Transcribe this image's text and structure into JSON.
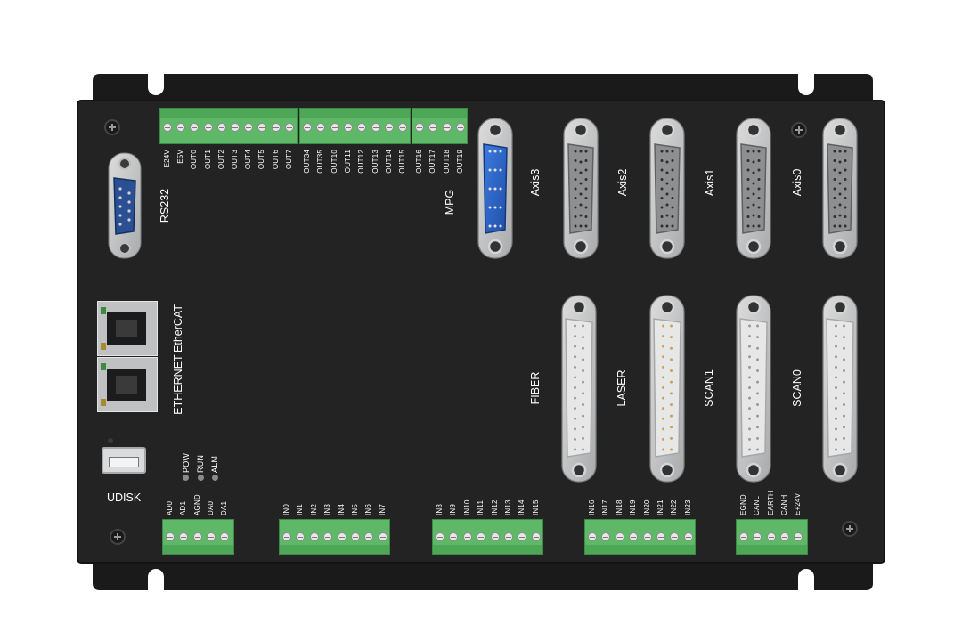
{
  "device": {
    "rs232_label": "RS232",
    "ethercat_label": "EtherCAT",
    "ethernet_label": "ETHERNET",
    "udisk_label": "UDISK",
    "mpg_label": "MPG",
    "axes": [
      "Axis3",
      "Axis2",
      "Axis1",
      "Axis0"
    ],
    "scan_ports": [
      "FIBER",
      "LASER",
      "SCAN1",
      "SCAN0"
    ],
    "leds": [
      "POW",
      "RUN",
      "ALM"
    ],
    "top_block1": [
      "E24V",
      "E5V",
      "OUT0",
      "OUT1",
      "OUT2",
      "OUT3",
      "OUT4",
      "OUT5",
      "OUT6",
      "OUT7"
    ],
    "top_block2": [
      "OUT34",
      "OUT35",
      "OUT10",
      "OUT11",
      "OUT12",
      "OUT13",
      "OUT14",
      "OUT15"
    ],
    "top_block3": [
      "OUT16",
      "OUT17",
      "OUT18",
      "OUT19"
    ],
    "bottom_block1": [
      "AD0",
      "AD1",
      "AGND",
      "DA0",
      "DA1"
    ],
    "bottom_block2": [
      "IN0",
      "IN1",
      "IN2",
      "IN3",
      "IN4",
      "IN5",
      "IN6",
      "IN7"
    ],
    "bottom_block3": [
      "IN8",
      "IN9",
      "IN10",
      "IN11",
      "IN12",
      "IN13",
      "IN14",
      "IN15"
    ],
    "bottom_block4": [
      "IN16",
      "IN17",
      "IN18",
      "IN19",
      "IN20",
      "IN21",
      "IN22",
      "IN23"
    ],
    "bottom_block5": [
      "EGND",
      "CANL",
      "EARTH",
      "CANH",
      "E+24V"
    ]
  },
  "colors": {
    "chassis": "#1a1a1a",
    "panel": "#232323",
    "terminal_green": "#5fb868",
    "axis3_connector": "#2b62c6",
    "connector_gray": "#8d8f91"
  }
}
